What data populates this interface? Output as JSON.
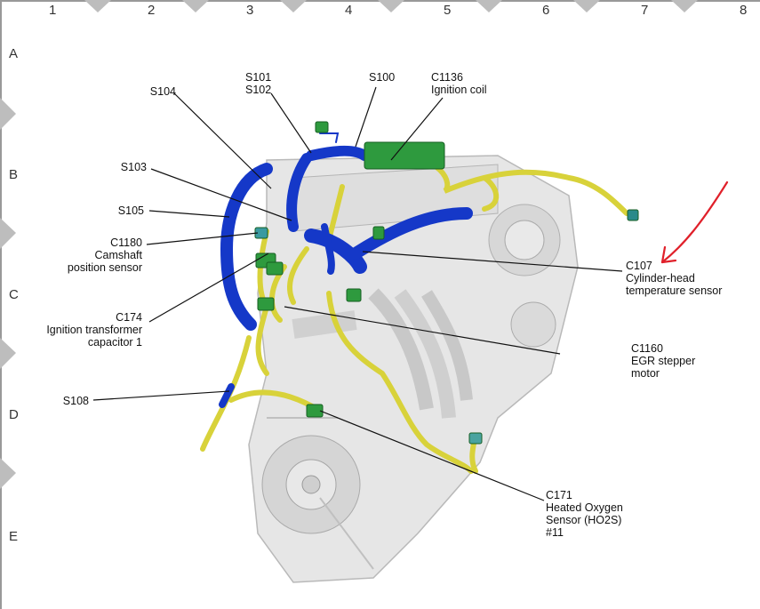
{
  "grid": {
    "columns": [
      "1",
      "2",
      "3",
      "4",
      "5",
      "6",
      "7",
      "8"
    ],
    "rows": [
      "A",
      "B",
      "C",
      "D",
      "E"
    ]
  },
  "callouts": {
    "s101": "S101",
    "s102": "S102",
    "s100": "S100",
    "c1136_id": "C1136",
    "c1136_name": "Ignition coil",
    "s104": "S104",
    "s103": "S103",
    "s105": "S105",
    "c1180_id": "C1180",
    "c1180_name": "Camshaft\nposition sensor",
    "c174_id": "C174",
    "c174_name": "Ignition transformer\ncapacitor 1",
    "s108": "S108",
    "c107_id": "C107",
    "c107_name": "Cylinder-head\ntemperature sensor",
    "c1160_id": "C1160",
    "c1160_name": "EGR stepper\nmotor",
    "c171_id": "C171",
    "c171_name": "Heated Oxygen\nSensor (HO2S)\n#11"
  },
  "colors": {
    "harness_blue": "#1538c8",
    "harness_yellow": "#d8d23a",
    "connector_green": "#2e9a3e",
    "engine_gray": "#dcdcdc",
    "annotation_red": "#e0202a"
  }
}
